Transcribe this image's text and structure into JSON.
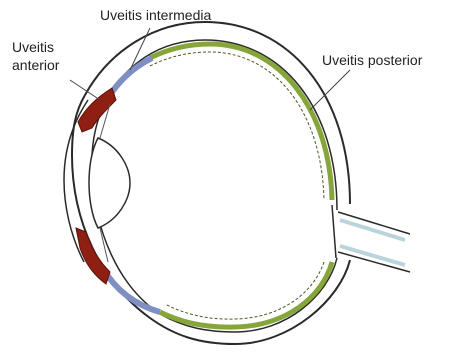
{
  "labels": {
    "anterior_line1": "Uveitis",
    "anterior_line2": "anterior",
    "intermedia": "Uveitis intermedia",
    "posterior": "Uveitis posterior"
  },
  "colors": {
    "outline": "#2a2a2a",
    "iris_ciliary": "#8e1f12",
    "intermediate_zone": "#7f8fc4",
    "choroid_retina": "#86a63a",
    "optic_nerve": "#b9d4dc",
    "lens_fill": "#ffffff",
    "label_text": "#222222"
  }
}
